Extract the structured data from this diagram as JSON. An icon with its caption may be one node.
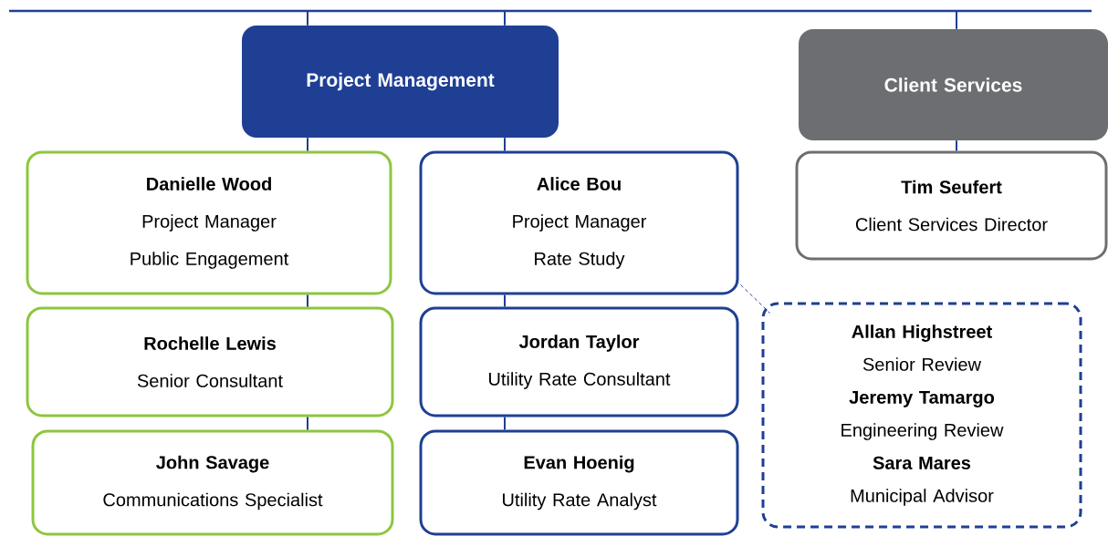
{
  "diagram": {
    "nodes": [
      {
        "text": [
          "Project Management"
        ]
      },
      {
        "text": [
          "Client Services"
        ]
      },
      {
        "text": [
          "Danielle Wood",
          "Project Manager",
          "Public Engagement"
        ]
      },
      {
        "text": [
          "Alice Bou",
          "Project Manager",
          "Rate Study"
        ]
      },
      {
        "text": [
          "Tim Seufert",
          "Client Services Director"
        ]
      },
      {
        "text": [
          "Rochelle Lewis",
          "Senior Consultant"
        ]
      },
      {
        "text": [
          "Jordan Taylor",
          "Utility Rate Consultant"
        ]
      },
      {
        "text": [
          "Allan Highstreet",
          "Senior Review",
          "Jeremy Tamargo",
          "Engineering Review",
          "Sara Mares",
          "Municipal Advisor"
        ]
      },
      {
        "text": [
          "John Savage",
          "Communications Specialist"
        ]
      },
      {
        "text": [
          "Evan Hoenig",
          "Utility Rate Analyst"
        ]
      }
    ],
    "edges": [
      {
        "from": null,
        "to": 0,
        "arrow": "none"
      },
      {
        "from": null,
        "to": 0,
        "arrow": "none"
      },
      {
        "from": null,
        "to": 1,
        "arrow": "none"
      },
      {
        "from": 0,
        "to": 2,
        "arrow": "none"
      },
      {
        "from": 0,
        "to": 3,
        "arrow": "none"
      },
      {
        "from": 1,
        "to": 4,
        "arrow": "none"
      },
      {
        "from": 2,
        "to": 5,
        "arrow": "none"
      },
      {
        "from": 5,
        "to": 8,
        "arrow": "none"
      },
      {
        "from": 3,
        "to": 6,
        "arrow": "none"
      },
      {
        "from": 6,
        "to": 9,
        "arrow": "none"
      },
      {
        "from": 3,
        "to": 7,
        "arrow": "none",
        "style": "dashed"
      }
    ]
  }
}
